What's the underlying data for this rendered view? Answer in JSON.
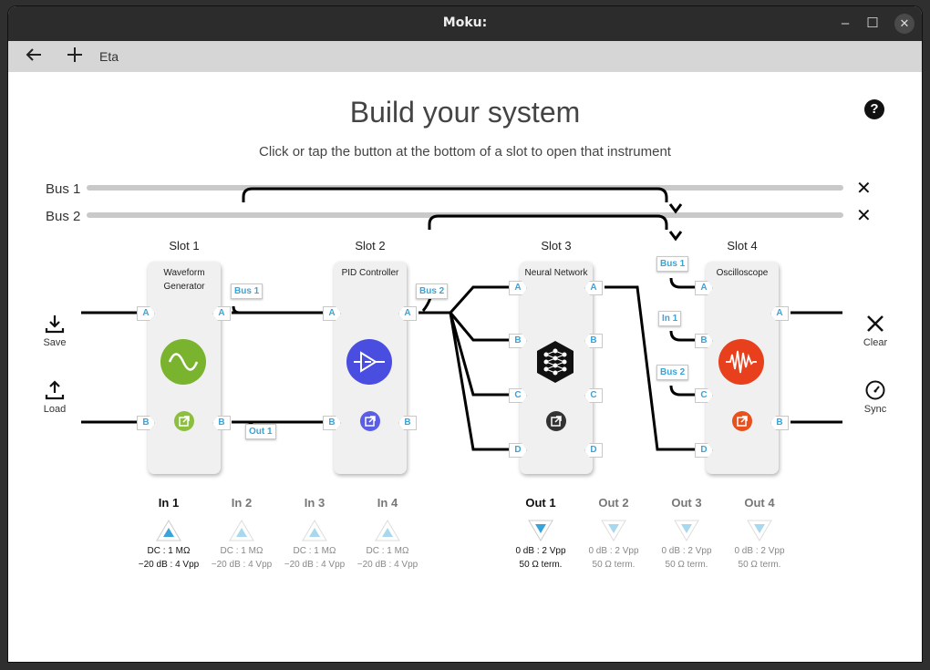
{
  "window": {
    "title": "Moku:"
  },
  "toolbar": {
    "tab": "Eta"
  },
  "page": {
    "title": "Build your system",
    "subtitle": "Click or tap the button at the bottom of a slot to open that instrument"
  },
  "buses": [
    {
      "label": "Bus 1"
    },
    {
      "label": "Bus 2"
    }
  ],
  "slots": [
    {
      "label": "Slot 1",
      "instrument": "Waveform Generator",
      "color": "#7ab32e"
    },
    {
      "label": "Slot 2",
      "instrument": "PID Controller",
      "color": "#4a4ee0"
    },
    {
      "label": "Slot 3",
      "instrument": "Neural Network",
      "color": "#222222"
    },
    {
      "label": "Slot 4",
      "instrument": "Oscilloscope",
      "color": "#e8401c"
    }
  ],
  "tags": {
    "s1_bus1": "Bus 1",
    "s1_out1": "Out 1",
    "s2_bus2": "Bus 2",
    "s4_bus1": "Bus 1",
    "s4_in1": "In 1",
    "s4_bus2": "Bus 2"
  },
  "ports": {
    "a": "A",
    "b": "B",
    "c": "C",
    "d": "D"
  },
  "side": {
    "save": "Save",
    "load": "Load",
    "clear": "Clear",
    "sync": "Sync"
  },
  "inputs": [
    {
      "label": "In 1",
      "line1": "DC : 1 MΩ",
      "line2": "−20 dB : 4 Vpp",
      "active": true
    },
    {
      "label": "In 2",
      "line1": "DC : 1 MΩ",
      "line2": "−20 dB : 4 Vpp",
      "active": false
    },
    {
      "label": "In 3",
      "line1": "DC : 1 MΩ",
      "line2": "−20 dB : 4 Vpp",
      "active": false
    },
    {
      "label": "In 4",
      "line1": "DC : 1 MΩ",
      "line2": "−20 dB : 4 Vpp",
      "active": false
    }
  ],
  "outputs": [
    {
      "label": "Out 1",
      "line1": "0 dB : 2 Vpp",
      "line2": "50 Ω term.",
      "active": true
    },
    {
      "label": "Out 2",
      "line1": "0 dB : 2 Vpp",
      "line2": "50 Ω term.",
      "active": false
    },
    {
      "label": "Out 3",
      "line1": "0 dB : 2 Vpp",
      "line2": "50 Ω term.",
      "active": false
    },
    {
      "label": "Out 4",
      "line1": "0 dB : 2 Vpp",
      "line2": "50 Ω term.",
      "active": false
    }
  ],
  "icons": {
    "back": "arrow-left-icon",
    "add": "plus-icon",
    "help": "help-icon",
    "close": "close-icon",
    "save": "download-icon",
    "load": "upload-icon",
    "clear": "x-icon",
    "sync": "gauge-icon"
  }
}
